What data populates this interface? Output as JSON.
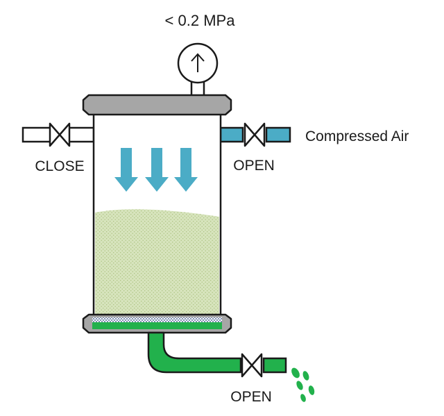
{
  "labels": {
    "pressure": "< 0.2 MPa",
    "left_valve": "CLOSE",
    "right_valve": "OPEN",
    "air_inlet": "Compressed Air",
    "outlet_valve": "OPEN"
  },
  "icons": {
    "gauge": "pressure-gauge-icon",
    "valve": "gate-valve-icon",
    "flow_arrow": "down-arrow-icon"
  },
  "colors": {
    "outline": "#1a1a1a",
    "cap": "#a6a6a6",
    "air": "#4bacc6",
    "outlet": "#22b14c",
    "liquid": "#d7e4bd",
    "liquid_dot": "#a9c07c",
    "filter_blue": "#1f3d7a",
    "droplet": "#22b14c"
  }
}
